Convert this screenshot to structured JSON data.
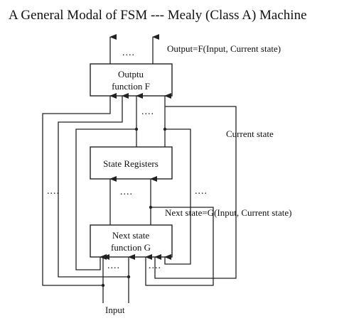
{
  "title": "A General Modal of FSM --- Mealy (Class A) Machine",
  "labels": {
    "output_eq": "Output=F(Input, Current state)",
    "current_state": "Current state",
    "next_state_eq": "Next state=G(Input, Current state)",
    "input": "Input"
  },
  "boxes": {
    "output_fn": [
      "Outptu",
      "function F"
    ],
    "state_registers": "State Registers",
    "next_state_fn": [
      "Next state",
      "function G"
    ]
  },
  "ellipsis": "....",
  "colors": {
    "line": "#222222",
    "text": "#111111",
    "background": "#ffffff"
  }
}
